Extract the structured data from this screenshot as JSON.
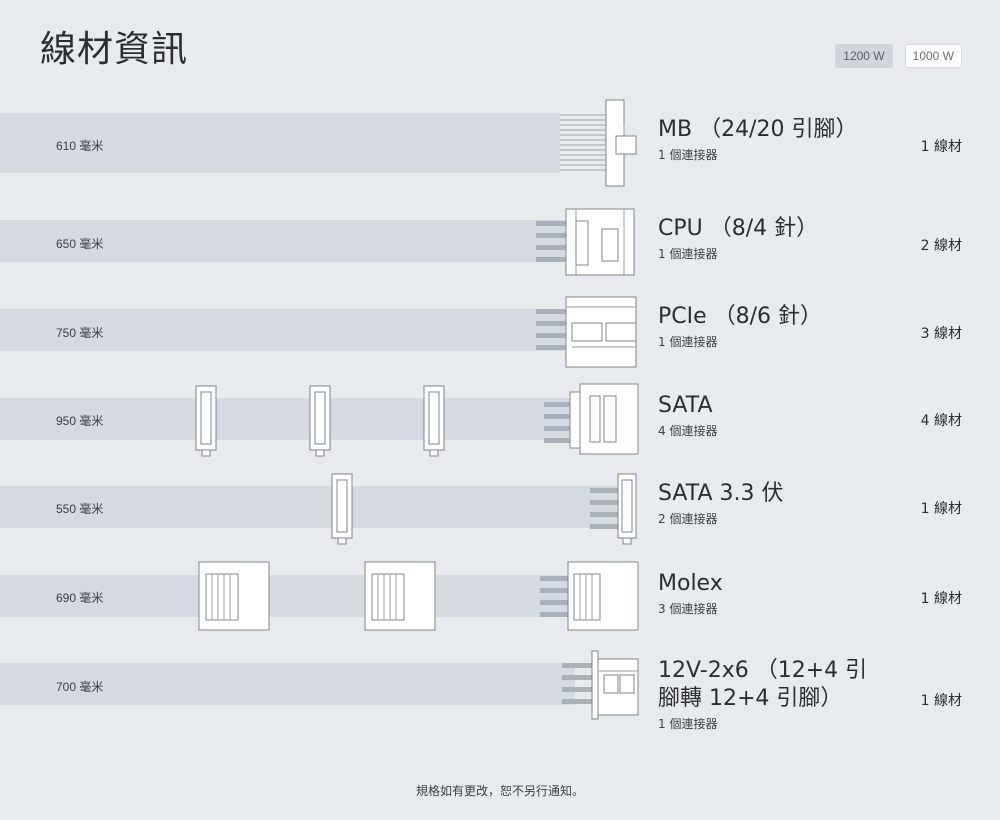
{
  "page": {
    "title": "線材資訊",
    "footer_note": "規格如有更改，恕不另行通知。"
  },
  "wattage_options": [
    {
      "label": "1200 W",
      "selected": true
    },
    {
      "label": "1000 W",
      "selected": false
    }
  ],
  "cables": [
    {
      "length": "610 毫米",
      "connector": "MB （24/20 引腳）",
      "connector_count": "1 個連接器",
      "cable_count": "1 線材"
    },
    {
      "length": "650 毫米",
      "connector": "CPU （8/4 針）",
      "connector_count": "1 個連接器",
      "cable_count": "2 線材"
    },
    {
      "length": "750 毫米",
      "connector": "PCIe （8/6 針）",
      "connector_count": "1 個連接器",
      "cable_count": "3 線材"
    },
    {
      "length": "950 毫米",
      "connector": "SATA",
      "connector_count": "4 個連接器",
      "cable_count": "4 線材"
    },
    {
      "length": "550 毫米",
      "connector": "SATA 3.3 伏",
      "connector_count": "2 個連接器",
      "cable_count": "1 線材"
    },
    {
      "length": "690 毫米",
      "connector": "Molex",
      "connector_count": "3 個連接器",
      "cable_count": "1 線材"
    },
    {
      "length": "700 毫米",
      "connector_line1": "12V-2x6 （12+4 引",
      "connector_line2": "腳轉 12+4 引腳）",
      "connector_count": "1 個連接器",
      "cable_count": "1 線材"
    }
  ],
  "colors": {
    "background": "#e8ebee",
    "cable_band": "#d4dae0",
    "connector_outline": "#7f858c",
    "selected_wattage": "#cfd5db"
  },
  "icons": [
    "mb-24pin-connector-icon",
    "cpu-8pin-connector-icon",
    "pcie-8pin-connector-icon",
    "sata-connector-icon",
    "molex-connector-icon",
    "12v-2x6-connector-icon"
  ]
}
